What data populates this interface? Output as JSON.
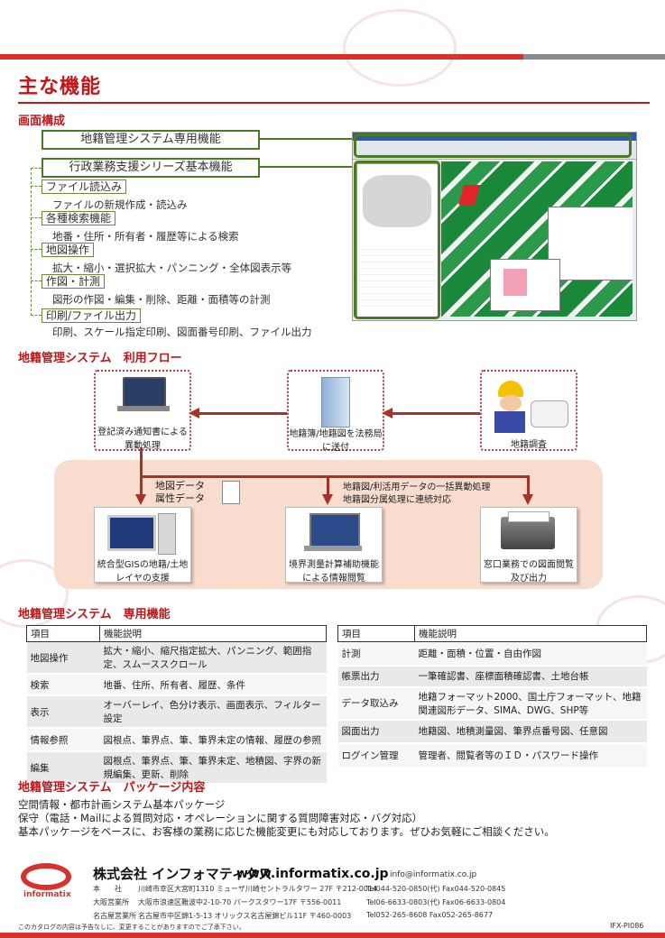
{
  "colors": {
    "accent": "#c0161a",
    "green": "#4a7a22",
    "panel": "#f8dccd"
  },
  "title": "主な機能",
  "screen": {
    "heading": "画面構成",
    "box1": "地籍管理システム専用機能",
    "box2": "行政業務支援シリーズ基本機能",
    "features": [
      {
        "name": "ファイル読込み",
        "desc": "ファイルの新規作成・読込み"
      },
      {
        "name": "各種検索機能",
        "desc": "地番・住所・所有者・履歴等による検索"
      },
      {
        "name": "地図操作",
        "desc": "拡大・縮小・選択拡大・パンニング・全体図表示等"
      },
      {
        "name": "作図・計測",
        "desc": "図形の作図・編集・削除、距離・面積等の計測"
      },
      {
        "name": "印刷/ファイル出力",
        "desc": "印刷、スケール指定印刷、図面番号印刷、ファイル出力"
      }
    ]
  },
  "flow": {
    "heading": "地籍管理システム　利用フロー",
    "top": [
      "登記済み通知書による異動処理",
      "地籍簿/地籍図を法務局に送付",
      "地籍調査"
    ],
    "label_map1": "地図データ",
    "label_map2": "属性データ",
    "label_batch1": "地籍図/利活用データの一括異動処理",
    "label_batch2": "地籍図分属処理に連続対応",
    "bottom": [
      "統合型GISの地籍/土地レイヤの支援",
      "境界測量計算補助機能による情報閲覧",
      "窓口業務での図面閲覧及び出力"
    ]
  },
  "functions": {
    "heading": "地籍管理システム　専用機能",
    "col_item": "項目",
    "col_desc": "機能説明",
    "left": [
      {
        "item": "地図操作",
        "desc": "拡大・縮小、縮尺指定拡大、パンニング、範囲指定、スムーススクロール"
      },
      {
        "item": "検索",
        "desc": "地番、住所、所有者、履歴、条件"
      },
      {
        "item": "表示",
        "desc": "オーバーレイ、色分け表示、画面表示、フィルター設定"
      },
      {
        "item": "情報参照",
        "desc": "図根点、筆界点、筆、筆界未定の情報、履歴の参照"
      },
      {
        "item": "編集",
        "desc": "図根点、筆界点、筆、筆界未定、地積図、字界の新規編集、更新、削除"
      }
    ],
    "right": [
      {
        "item": "計測",
        "desc": "距離・面積・位置・自由作図"
      },
      {
        "item": "帳票出力",
        "desc": "一筆確認書、座標面積確認書、土地台帳"
      },
      {
        "item": "データ取込み",
        "desc": "地籍フォーマット2000、国土庁フォーマット、地籍関連図形データ、SIMA、DWG、SHP等"
      },
      {
        "item": "図面出力",
        "desc": "地籍図、地積測量図、筆界点番号図、任意図"
      },
      {
        "item": "ログイン管理",
        "desc": "管理者、閲覧者等のＩＤ・パスワード操作"
      }
    ]
  },
  "package": {
    "heading": "地籍管理システム　パッケージ内容",
    "lines": [
      "空間情報・都市計画システム基本パッケージ",
      "保守（電話・Mailによる質問対応・オペレーションに関する質問障害対応・バグ対応）",
      "基本パッケージをベースに、お客様の業務に応じた機能変更にも対応しております。ぜひお気軽にご相談ください。"
    ]
  },
  "footer": {
    "logo_text": "informatix",
    "company": "株式会社 インフォマティクス",
    "url": "www.informatix.co.jp",
    "email": "info@informatix.co.jp",
    "offices": [
      {
        "name": "本　　社",
        "addr": "川崎市幸区大宮町1310 ミューザ川崎セントラルタワー 27F 〒212-0014",
        "tel": "Tel044-520-0850(代)  Fax044-520-0845"
      },
      {
        "name": "大阪営業所",
        "addr": "大阪市浪速区難波中2-10-70 パークスタワー17F 〒556-0011",
        "tel": "Tel06-6633-0803(代)  Fax06-6633-0804"
      },
      {
        "name": "名古屋営業所",
        "addr": "名古屋市中区錦1-5-13 オリックス名古屋錦ビル11F 〒460-0003",
        "tel": "Tel052-265-8608  Fax052-265-8677"
      }
    ],
    "note": "このカタログの内容は予告なしに、変更することがありますのでご了承下さい。",
    "code": "IFX-PI086"
  }
}
